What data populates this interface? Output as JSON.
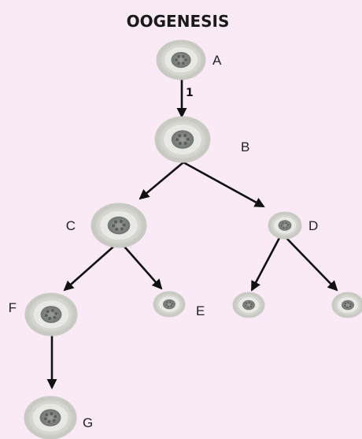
{
  "diagram": {
    "title": "OOGENESIS",
    "step_label": "1",
    "cells": [
      {
        "id": "A",
        "label": "A"
      },
      {
        "id": "B",
        "label": "B"
      },
      {
        "id": "C",
        "label": "C"
      },
      {
        "id": "D",
        "label": "D"
      },
      {
        "id": "E",
        "label": "E"
      },
      {
        "id": "F",
        "label": "F"
      },
      {
        "id": "G",
        "label": "G"
      },
      {
        "id": "H",
        "label": ""
      },
      {
        "id": "I",
        "label": ""
      }
    ],
    "edges": [
      {
        "from": "A",
        "to": "B"
      },
      {
        "from": "B",
        "to": "C"
      },
      {
        "from": "B",
        "to": "D"
      },
      {
        "from": "C",
        "to": "F"
      },
      {
        "from": "C",
        "to": "E"
      },
      {
        "from": "D",
        "to": "H"
      },
      {
        "from": "D",
        "to": "I"
      },
      {
        "from": "F",
        "to": "G"
      }
    ],
    "colors": {
      "background": "#f9eaf5",
      "cell_rim": "#c9cac4",
      "cell_body": "#e8e9e4",
      "nucleus": "#7b7f7b",
      "arrow": "#111111"
    }
  }
}
